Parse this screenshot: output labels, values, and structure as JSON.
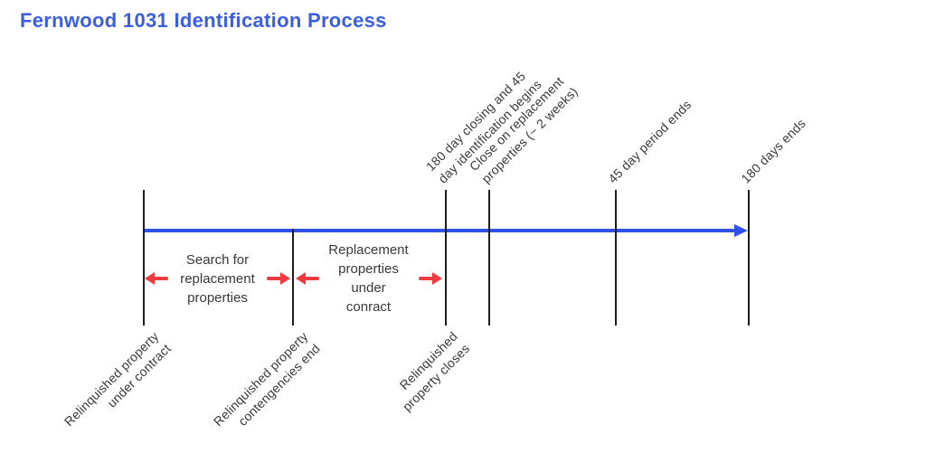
{
  "title": "Fernwood 1031 Identification Process",
  "colors": {
    "title_blue": "#3b5de2",
    "accent_blue": "#2e52e9",
    "arrow_red": "#ee3b3e",
    "text_dark": "#383838",
    "tick_black": "#1d1d1d"
  },
  "timeline": {
    "top_labels": [
      {
        "label": "180 day closing and 45\nday identification begins"
      },
      {
        "label": "Close on replacement\nproperties (~ 2 weeks)"
      },
      {
        "label": "45 day period ends"
      },
      {
        "label": "180 days ends"
      }
    ],
    "bottom_labels": [
      {
        "label": "Relinquished property\nunder contract"
      },
      {
        "label": "Relinquished property\ncontengencies end"
      },
      {
        "label": "Relinquished\nproperty closes"
      }
    ],
    "segments": [
      {
        "label": "Search for\nreplacement\nproperties"
      },
      {
        "label": "Replacement\nproperties\nunder\nconract"
      }
    ]
  }
}
